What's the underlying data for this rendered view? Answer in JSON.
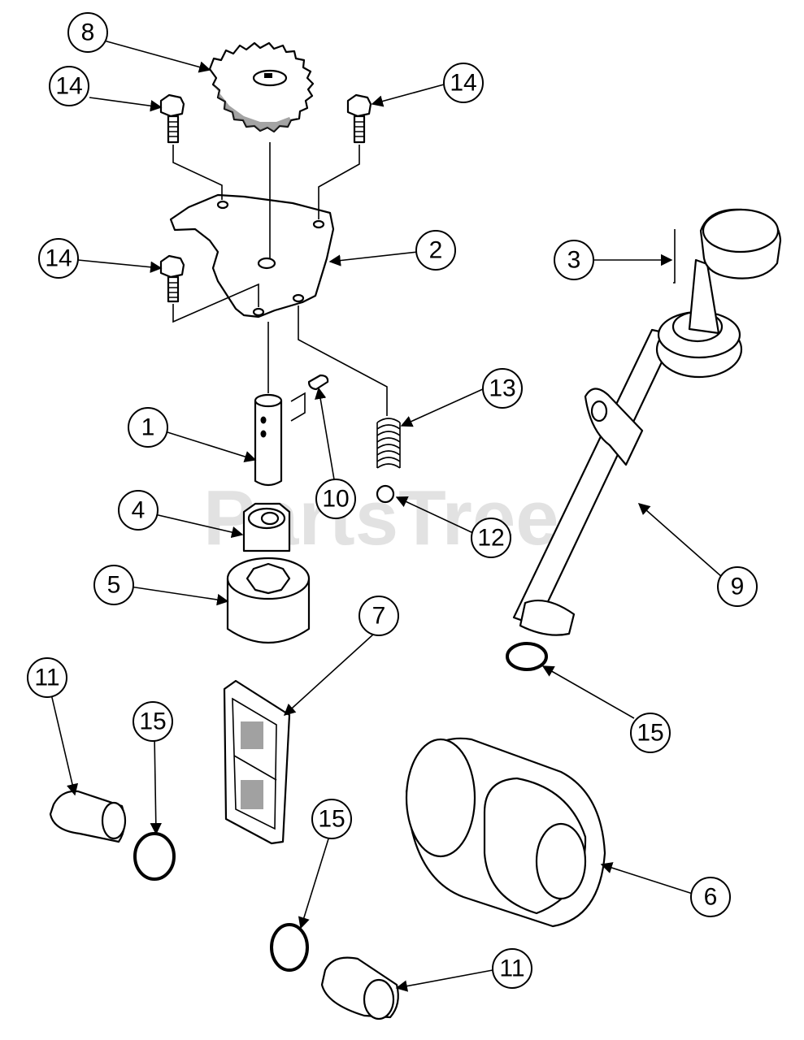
{
  "watermark": {
    "text": "PartsTree",
    "trademark": "™"
  },
  "callouts": [
    "8",
    "14",
    "14",
    "14",
    "2",
    "3",
    "13",
    "1",
    "10",
    "12",
    "4",
    "5",
    "9",
    "7",
    "11",
    "15",
    "15",
    "15",
    "6",
    "11"
  ]
}
